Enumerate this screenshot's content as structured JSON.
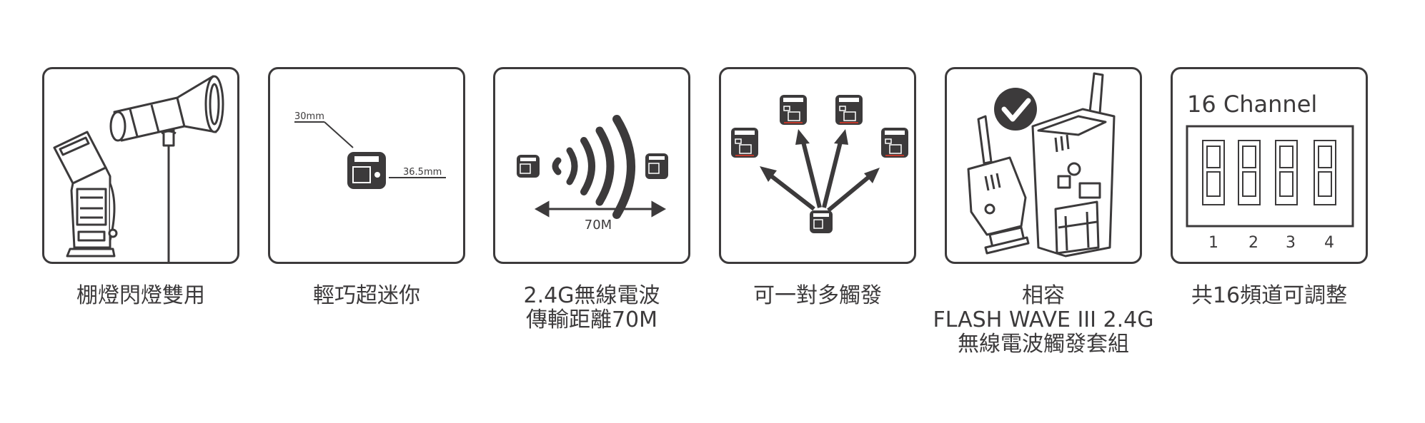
{
  "features": [
    {
      "id": "studio",
      "caption_lines": [
        "棚燈閃燈雙用"
      ]
    },
    {
      "id": "size",
      "caption_lines": [
        "輕巧超迷你"
      ],
      "dim_a": "30mm",
      "dim_b": "36.5mm"
    },
    {
      "id": "range",
      "caption_lines": [
        "2.4G無線電波",
        "傳輸距離70M"
      ],
      "distance_label": "70M"
    },
    {
      "id": "multi",
      "caption_lines": [
        "可一對多觸發"
      ]
    },
    {
      "id": "compat",
      "caption_lines": [
        "相容",
        "FLASH WAVE III 2.4G",
        "無線電波觸發套組"
      ]
    },
    {
      "id": "channel",
      "caption_lines": [
        "共16頻道可調整"
      ],
      "channel_title": "16 Channel",
      "switch_numbers": [
        "1",
        "2",
        "3",
        "4"
      ]
    }
  ],
  "colors": {
    "outline": "#3c3a3b",
    "device": "#3c3a3b",
    "accent": "#c0392b"
  }
}
